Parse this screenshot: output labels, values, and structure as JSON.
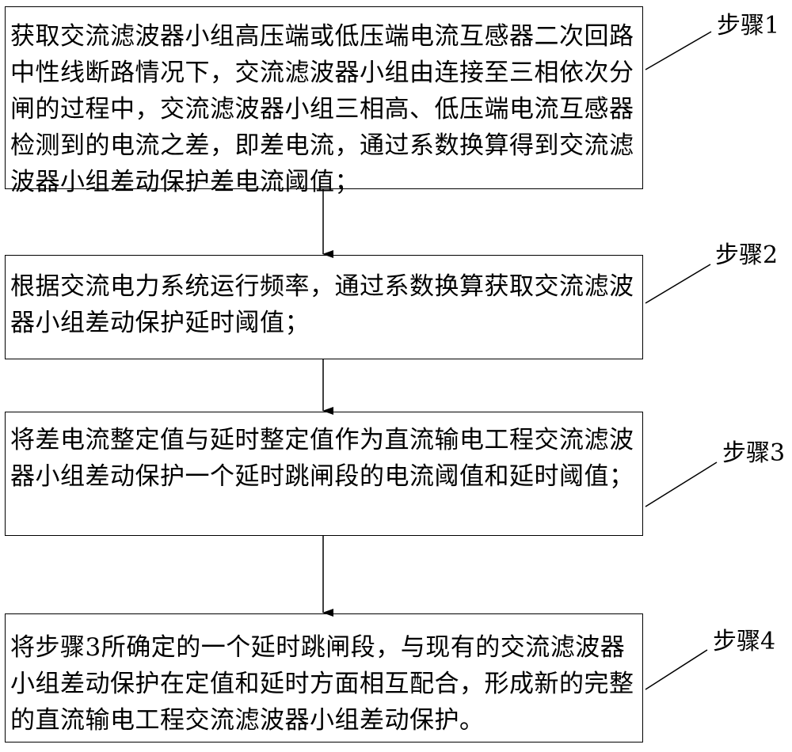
{
  "steps": [
    {
      "label": "步骤1",
      "text": "获取交流滤波器小组高压端或低压端电流互感器二次回路中性线断路情况下，交流滤波器小组由连接至三相依次分闸的过程中，交流滤波器小组三相高、低压端电流互感器检测到的电流之差，即差电流，通过系数换算得到交流滤波器小组差动保护差电流阈值；"
    },
    {
      "label": "步骤2",
      "text": "根据交流电力系统运行频率，通过系数换算获取交流滤波器小组差动保护延时阈值；"
    },
    {
      "label": "步骤3",
      "text": "将差电流整定值与延时整定值作为直流输电工程交流滤波器小组差动保护一个延时跳闸段的电流阈值和延时阈值；"
    },
    {
      "label": "步骤4",
      "text": "将步骤3所确定的一个延时跳闸段，与现有的交流滤波器小组差动保护在定值和延时方面相互配合，形成新的完整的直流输电工程交流滤波器小组差动保护。"
    }
  ]
}
